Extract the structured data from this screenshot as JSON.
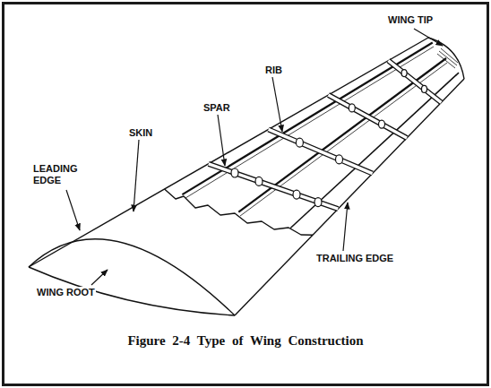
{
  "diagram": {
    "caption": "Figure 2-4 Type of Wing Construction",
    "labels": [
      "WING TIP",
      "RIB",
      "SPAR",
      "SKIN",
      "LEADING EDGE",
      "TRAILING EDGE",
      "WING ROOT"
    ]
  }
}
